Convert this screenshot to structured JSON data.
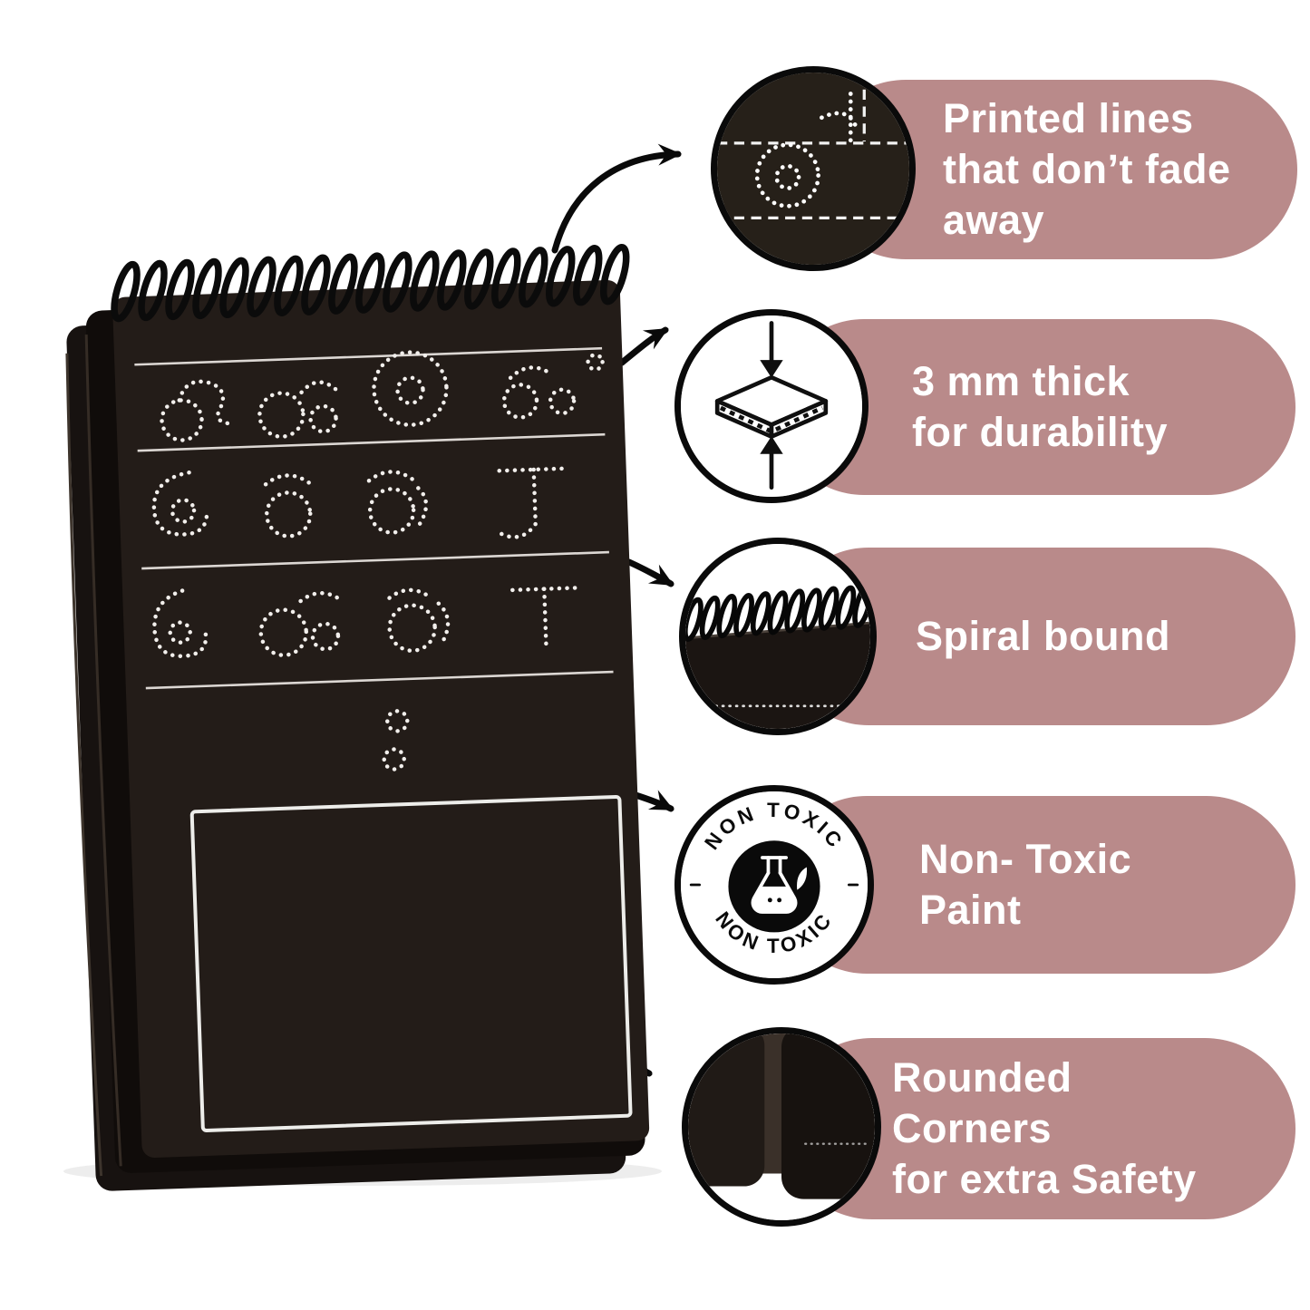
{
  "palette": {
    "pill": "#b98a8a",
    "pill_text": "#ffffff",
    "board": "#231c18",
    "ink": "#0a0a0a",
    "trace": "#f2efec"
  },
  "features": [
    {
      "id": "printed-lines",
      "icon": "printed-lines-zoom-icon",
      "label_lines": [
        "Printed lines",
        "that don’t fade",
        "away"
      ]
    },
    {
      "id": "thickness",
      "icon": "thickness-icon",
      "label_lines": [
        "3 mm thick",
        "for durability"
      ]
    },
    {
      "id": "spiral-bound",
      "icon": "spiral-binding-zoom-icon",
      "label_lines": [
        "Spiral bound"
      ]
    },
    {
      "id": "non-toxic",
      "icon": "non-toxic-badge-icon",
      "label_lines": [
        "Non- Toxic",
        "Paint"
      ]
    },
    {
      "id": "rounded-corners",
      "icon": "rounded-corners-zoom-icon",
      "label_lines": [
        "Rounded",
        "Corners",
        "for extra Safety"
      ]
    }
  ],
  "badge": {
    "top_text": "NON TOXIC",
    "bottom_text": "NON TOXIC"
  },
  "product": {
    "name": "spiral-bound-tracing-board-photo"
  }
}
